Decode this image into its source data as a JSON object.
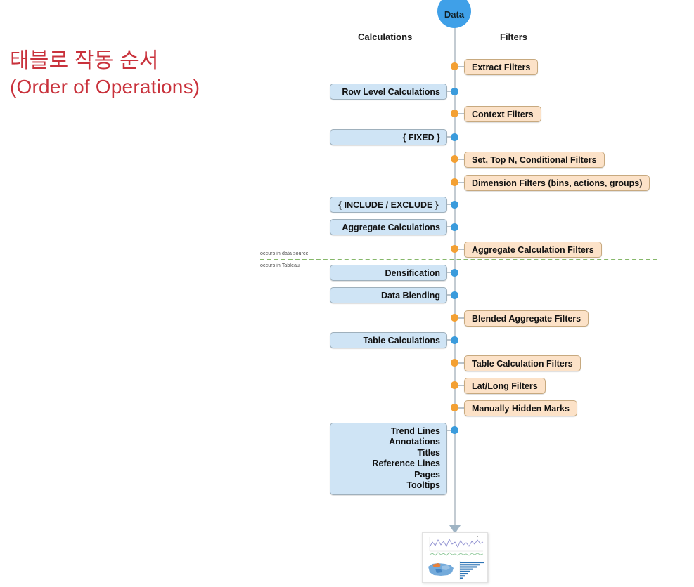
{
  "title": {
    "korean": "태블로 작동 순서",
    "english": "(Order of Operations)",
    "color": "#C9323C"
  },
  "diagram": {
    "root_node": "Data",
    "columns": {
      "left_header": "Calculations",
      "right_header": "Filters"
    },
    "divider": {
      "above_label": "occurs in data source",
      "below_label": "occurs in Tableau",
      "color": "#86B86A"
    },
    "colors": {
      "calculation_fill": "#CFE4F5",
      "calculation_border": "#9FB0BC",
      "filter_fill": "#FCE2C8",
      "filter_border": "#C7A97F",
      "calculation_dot": "#3A9BDC",
      "filter_dot": "#F3A033",
      "data_node": "#3FA0E8",
      "spine": "#C3CBD2"
    },
    "calculations": [
      {
        "label": "Row Level Calculations",
        "align": "right"
      },
      {
        "label": "{ FIXED }",
        "align": "right"
      },
      {
        "label": "{ INCLUDE / EXCLUDE }",
        "align": "center"
      },
      {
        "label": "Aggregate Calculations",
        "align": "right"
      },
      {
        "label": "Densification",
        "align": "right"
      },
      {
        "label": "Data Blending",
        "align": "right"
      },
      {
        "label": "Table Calculations",
        "align": "right"
      }
    ],
    "filters": [
      {
        "label": "Extract Filters"
      },
      {
        "label": "Context Filters"
      },
      {
        "label": "Set, Top N, Conditional Filters"
      },
      {
        "label": "Dimension Filters (bins, actions, groups)"
      },
      {
        "label": "Aggregate Calculation Filters"
      },
      {
        "label": "Blended Aggregate Filters"
      },
      {
        "label": "Table Calculation Filters"
      },
      {
        "label": "Lat/Long Filters"
      },
      {
        "label": "Manually Hidden Marks"
      }
    ],
    "viz_layer": [
      "Trend Lines",
      "Annotations",
      "Titles",
      "Reference Lines",
      "Pages",
      "Tooltips"
    ],
    "output": "dashboard-thumbnail"
  },
  "watermark": {
    "text": ""
  }
}
